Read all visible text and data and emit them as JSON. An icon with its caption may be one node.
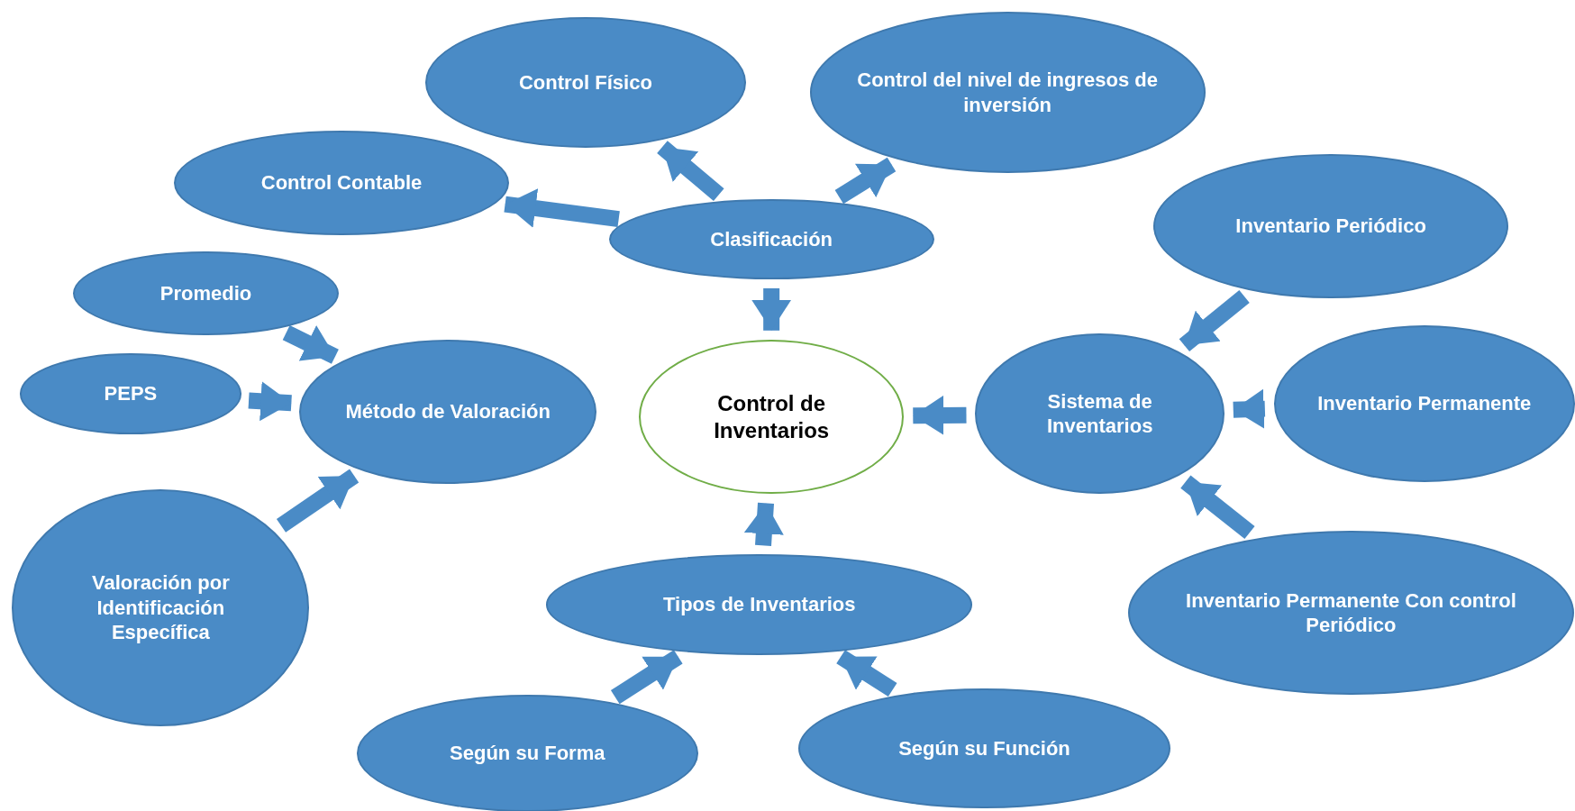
{
  "diagram": {
    "nodes": [
      {
        "text": [
          "Control de Inventarios"
        ]
      },
      {
        "text": [
          "Clasificación"
        ]
      },
      {
        "text": [
          "Control Físico"
        ]
      },
      {
        "text": [
          "Control del nivel de ingresos de inversión"
        ]
      },
      {
        "text": [
          "Control Contable"
        ]
      },
      {
        "text": [
          "Promedio"
        ]
      },
      {
        "text": [
          "PEPS"
        ]
      },
      {
        "text": [
          "Método de Valoración"
        ]
      },
      {
        "text": [
          "Valoración por Identificación Específica"
        ]
      },
      {
        "text": [
          "Tipos de Inventarios"
        ]
      },
      {
        "text": [
          "Según su Forma"
        ]
      },
      {
        "text": [
          "Según su Función"
        ]
      },
      {
        "text": [
          "Sistema de Inventarios"
        ]
      },
      {
        "text": [
          "Inventario Periódico"
        ]
      },
      {
        "text": [
          "Inventario Permanente"
        ]
      },
      {
        "text": [
          "Inventario Permanente Con control Periódico"
        ]
      }
    ],
    "edges": [
      {
        "from": 1,
        "to": 0,
        "arrow": "to"
      },
      {
        "from": 1,
        "to": 2,
        "arrow": "to"
      },
      {
        "from": 1,
        "to": 3,
        "arrow": "to"
      },
      {
        "from": 1,
        "to": 4,
        "arrow": "to"
      },
      {
        "from": 5,
        "to": 7,
        "arrow": "to"
      },
      {
        "from": 6,
        "to": 7,
        "arrow": "to"
      },
      {
        "from": 8,
        "to": 7,
        "arrow": "to"
      },
      {
        "from": 9,
        "to": 0,
        "arrow": "to"
      },
      {
        "from": 10,
        "to": 9,
        "arrow": "to"
      },
      {
        "from": 11,
        "to": 9,
        "arrow": "to"
      },
      {
        "from": 12,
        "to": 0,
        "arrow": "to"
      },
      {
        "from": 13,
        "to": 12,
        "arrow": "to"
      },
      {
        "from": 14,
        "to": 12,
        "arrow": "to"
      },
      {
        "from": 15,
        "to": 12,
        "arrow": "to"
      }
    ]
  }
}
